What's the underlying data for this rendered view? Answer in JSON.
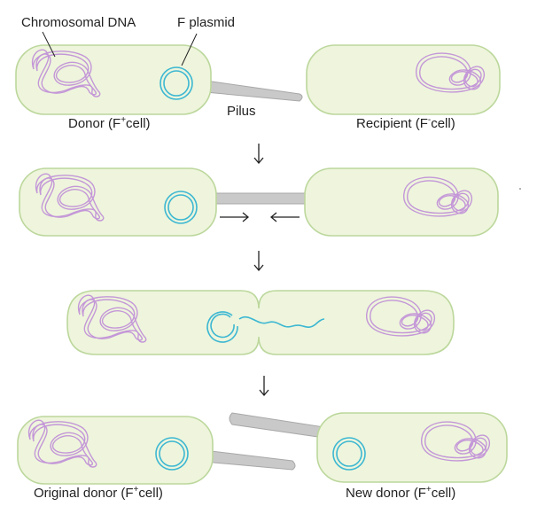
{
  "labels": {
    "chromosomal_dna": "Chromosomal DNA",
    "f_plasmid": "F plasmid",
    "pilus": "Pilus",
    "donor": {
      "prefix": "Donor (F",
      "sup": "+",
      "suffix": "cell)"
    },
    "recipient": {
      "prefix": "Recipient (F",
      "sup": "-",
      "suffix": "cell)"
    },
    "original_donor": {
      "prefix": "Original donor (F",
      "sup": "+",
      "suffix": "cell)"
    },
    "new_donor": {
      "prefix": "New donor (F",
      "sup": "+",
      "suffix": "cell)"
    }
  },
  "colors": {
    "cell_fill": "#eef5dc",
    "cell_border": "#bcd79c",
    "chromosomal_dna": "#c497d8",
    "plasmid": "#3db7d2",
    "pilus": "#c9c9c9"
  },
  "steps": 4
}
